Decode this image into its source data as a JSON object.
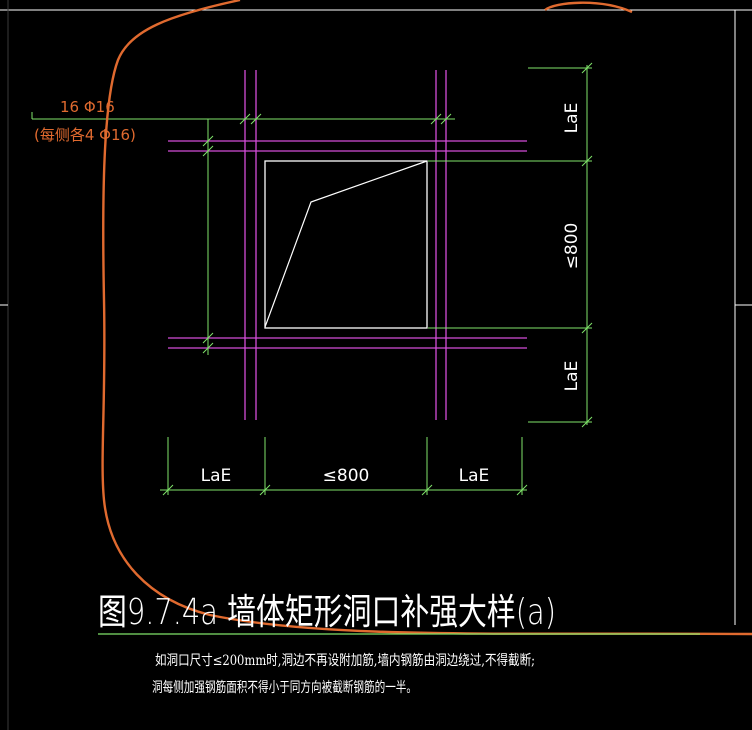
{
  "drawing": {
    "rebar_label": "16 Φ16",
    "rebar_label_sub": "(每侧各4 Φ16)",
    "dimensions": {
      "right_top": "LaE",
      "right_middle": "≤800",
      "right_bottom": "LaE",
      "bottom_left": "LaE",
      "bottom_middle": "≤800",
      "bottom_right": "LaE"
    },
    "title": "图9.7.4a  墙体矩形洞口补强大样(a)",
    "notes": [
      "如洞口尺寸≤200mm时,洞边不再设附加筋,墙内钢筋由洞边绕过,不得截断;",
      "洞每侧加强钢筋面积不得小于同方向被截断钢筋的一半。"
    ],
    "colors": {
      "background": "#000000",
      "rebar": "#d44ed8",
      "dimension": "#7fe36a",
      "outline": "#ffffff",
      "cloud": "#e06a2f"
    }
  }
}
